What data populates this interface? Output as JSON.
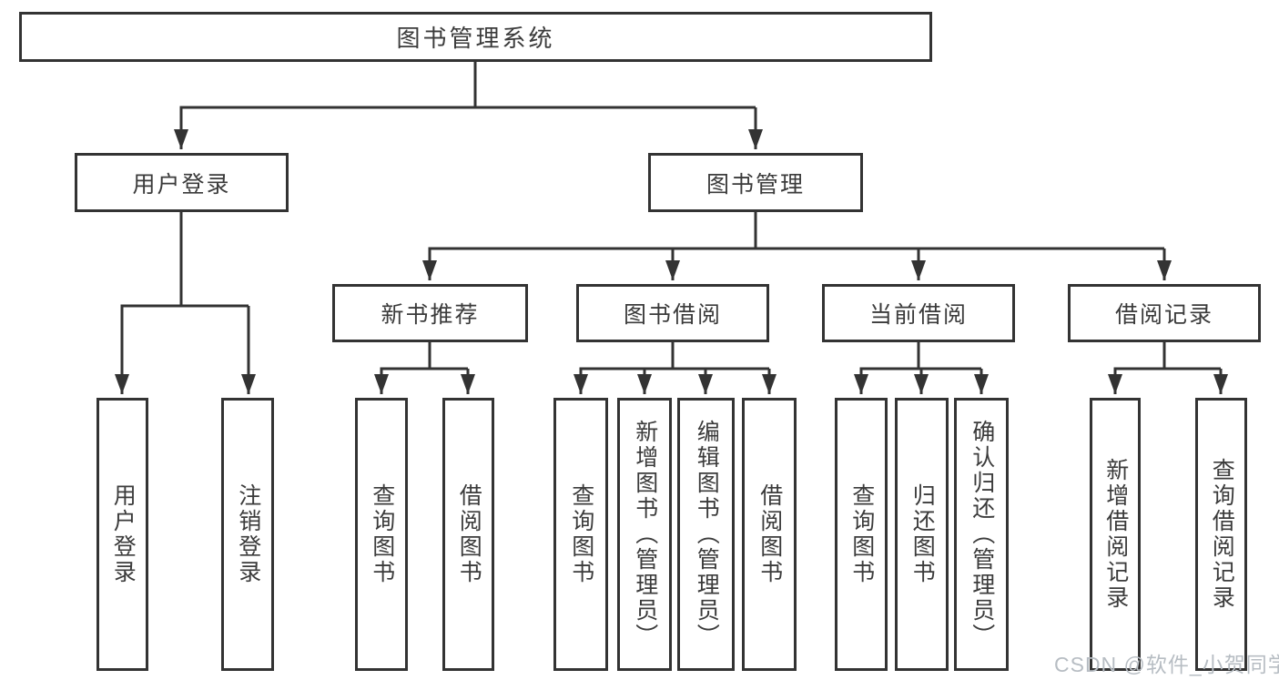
{
  "diagram": {
    "root": {
      "label": "图书管理系统"
    },
    "branches": [
      {
        "label": "用户登录",
        "children": [
          {
            "label": "用户登录"
          },
          {
            "label": "注销登录"
          }
        ]
      },
      {
        "label": "图书管理",
        "children": [
          {
            "label": "新书推荐",
            "children": [
              {
                "label": "查询图书"
              },
              {
                "label": "借阅图书"
              }
            ]
          },
          {
            "label": "图书借阅",
            "children": [
              {
                "label": "查询图书"
              },
              {
                "label": "新增图书（管理员）"
              },
              {
                "label": "编辑图书（管理员）"
              },
              {
                "label": "借阅图书"
              }
            ]
          },
          {
            "label": "当前借阅",
            "children": [
              {
                "label": "查询图书"
              },
              {
                "label": "归还图书"
              },
              {
                "label": "确认归还（管理员）"
              }
            ]
          },
          {
            "label": "借阅记录",
            "children": [
              {
                "label": "新增借阅记录"
              },
              {
                "label": "查询借阅记录"
              }
            ]
          }
        ]
      }
    ]
  },
  "watermark": {
    "text": "CSDN @软件_小贺同学"
  },
  "colors": {
    "line": "#333333",
    "text": "#3b3b3b",
    "watermark": "#b7bdc3",
    "background": "#ffffff"
  }
}
